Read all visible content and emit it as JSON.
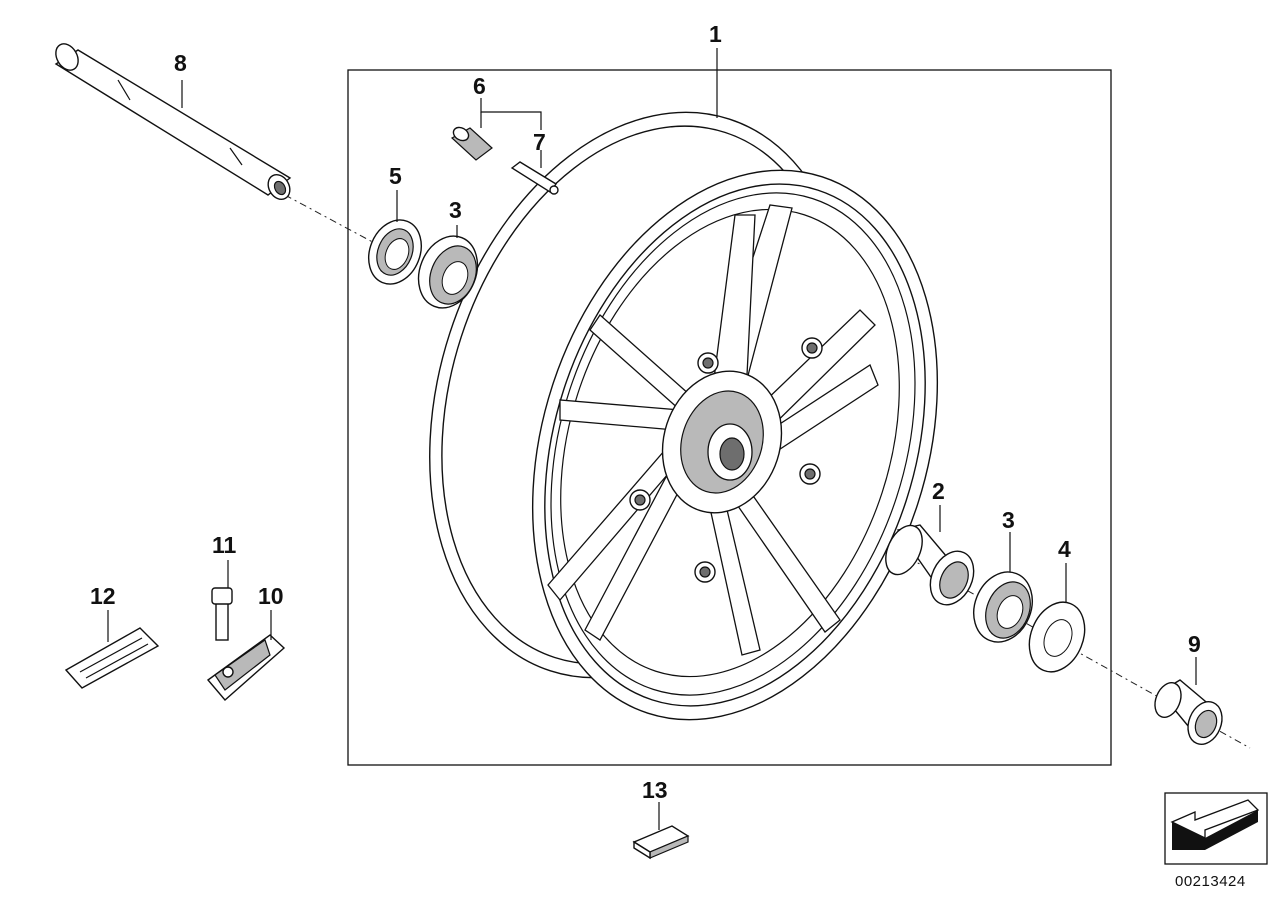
{
  "callouts": [
    {
      "id": "c1",
      "label": "1"
    },
    {
      "id": "c2",
      "label": "2"
    },
    {
      "id": "c3a",
      "label": "3"
    },
    {
      "id": "c3b",
      "label": "3"
    },
    {
      "id": "c4",
      "label": "4"
    },
    {
      "id": "c5",
      "label": "5"
    },
    {
      "id": "c6",
      "label": "6"
    },
    {
      "id": "c7",
      "label": "7"
    },
    {
      "id": "c8",
      "label": "8"
    },
    {
      "id": "c9",
      "label": "9"
    },
    {
      "id": "c10",
      "label": "10"
    },
    {
      "id": "c11",
      "label": "11"
    },
    {
      "id": "c12",
      "label": "12"
    },
    {
      "id": "c13",
      "label": "13"
    }
  ],
  "reference_number": "00213424",
  "colors": {
    "line": "#111111",
    "shade": "#b9b9b9",
    "dark": "#6e6e6e",
    "background": "#ffffff"
  },
  "icons": {
    "nav": "back-arrow-icon"
  }
}
